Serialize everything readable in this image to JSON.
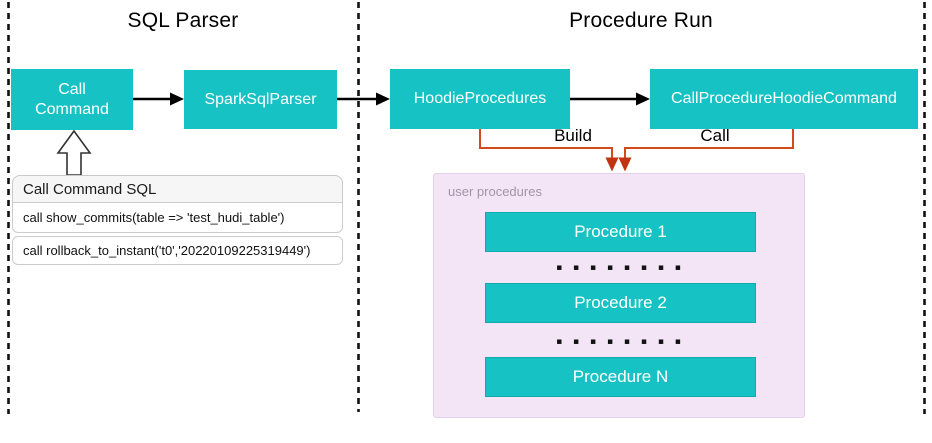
{
  "sections": [
    {
      "title": "SQL Parser"
    },
    {
      "title": "Procedure Run"
    }
  ],
  "sql_parser": {
    "call_command_label": "Call Command",
    "spark_sql_parser_label": "SparkSqlParser",
    "sql_panel": {
      "header": "Call Command SQL",
      "rows": [
        "call show_commits(table => 'test_hudi_table')",
        "call rollback_to_instant('t0','20220109225319449')"
      ]
    }
  },
  "procedure_run": {
    "hoodie_procedures_label": "HoodieProcedures",
    "call_procedure_hoodie_command_label": "CallProcedureHoodieCommand",
    "build_label": "Build",
    "call_label": "Call",
    "user_procedures": {
      "title": "user procedures",
      "items": [
        "Procedure 1",
        "Procedure 2",
        "Procedure N"
      ],
      "dots": "▪ ▪ ▪ ▪ ▪ ▪ ▪ ▪"
    }
  },
  "colors": {
    "node_teal": "#17c2c4",
    "connector_orange": "#d04a1e",
    "arrowhead_red": "#c2330f",
    "user_panel_bg": "#f3e4f6",
    "dashed_border": "#111111",
    "panel_header_bg": "#f6f6f6"
  }
}
